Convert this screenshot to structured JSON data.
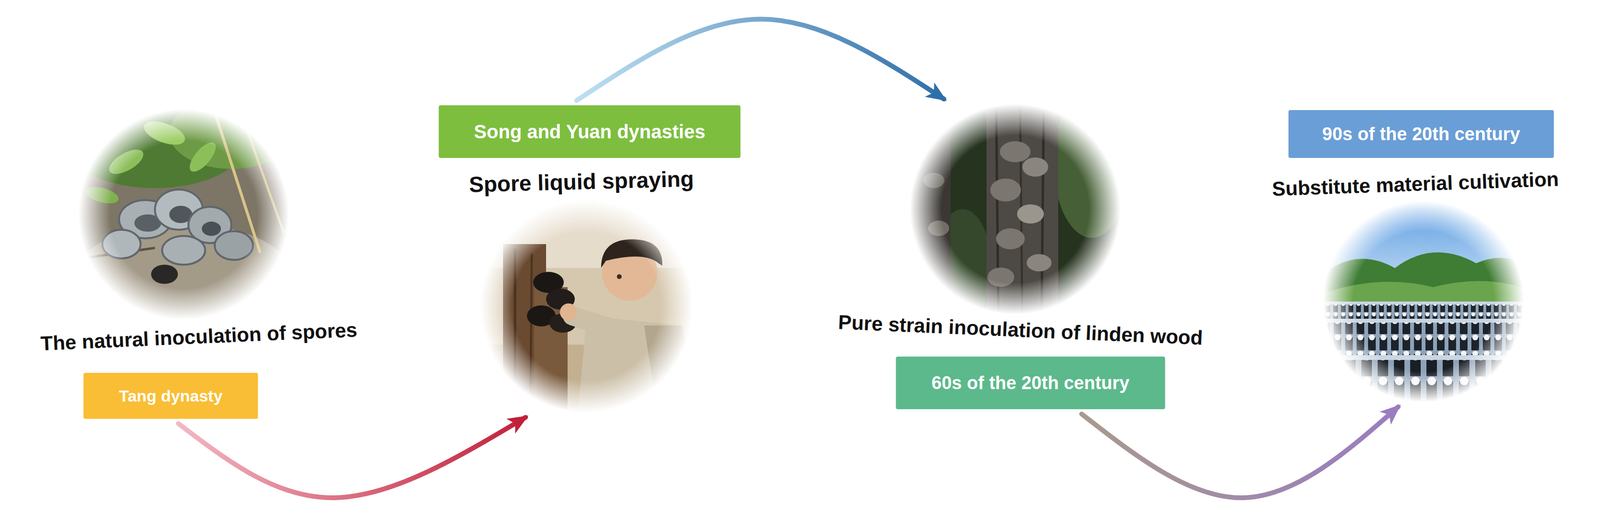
{
  "diagram": {
    "nodes": [
      {
        "text": [
          "The natural inoculation of spores",
          "Tang dynasty"
        ]
      },
      {
        "text": [
          "Song and Yuan dynasties",
          "Spore liquid spraying"
        ]
      },
      {
        "text": [
          "Pure strain inoculation of linden wood",
          "60s of the 20th century"
        ]
      },
      {
        "text": [
          "90s of the 20th century",
          "Substitute material cultivation"
        ]
      }
    ],
    "edges": [
      {
        "from": 0,
        "to": 1,
        "arrow": "to"
      },
      {
        "from": 1,
        "to": 2,
        "arrow": "to"
      },
      {
        "from": 2,
        "to": 3,
        "arrow": "to"
      }
    ]
  }
}
